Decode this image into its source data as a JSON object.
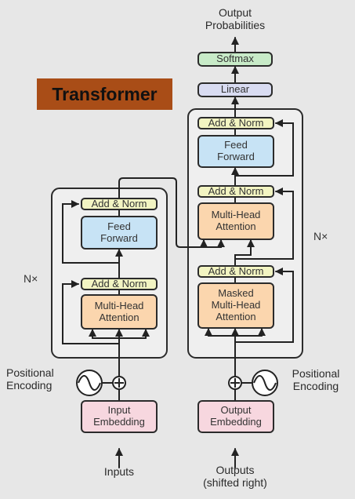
{
  "title": "Transformer",
  "output_probabilities": {
    "line1": "Output",
    "line2": "Probabilities"
  },
  "softmax": "Softmax",
  "linear": "Linear",
  "add_norm": "Add & Norm",
  "encoder": {
    "feed_forward": {
      "line1": "Feed",
      "line2": "Forward"
    },
    "attention": {
      "line1": "Multi-Head",
      "line2": "Attention"
    },
    "repeat": "N×",
    "positional_encoding": {
      "line1": "Positional",
      "line2": "Encoding"
    },
    "embedding": {
      "line1": "Input",
      "line2": "Embedding"
    },
    "input_label": "Inputs"
  },
  "decoder": {
    "feed_forward": {
      "line1": "Feed",
      "line2": "Forward"
    },
    "cross_attention": {
      "line1": "Multi-Head",
      "line2": "Attention"
    },
    "masked_attention": {
      "line1": "Masked",
      "line2": "Multi-Head",
      "line3": "Attention"
    },
    "repeat": "N×",
    "positional_encoding": {
      "line1": "Positional",
      "line2": "Encoding"
    },
    "embedding": {
      "line1": "Output",
      "line2": "Embedding"
    },
    "output_label": {
      "line1": "Outputs",
      "line2": "(shifted right)"
    }
  },
  "colors": {
    "title_bg": "#a94d17",
    "add_norm": "#f2f4c2",
    "feed_forward": "#c7e3f5",
    "attention": "#fbd6ae",
    "embedding": "#f7d7df",
    "linear": "#d9dcf2",
    "softmax": "#c8ebc8",
    "stack_bg": "#efefef"
  }
}
